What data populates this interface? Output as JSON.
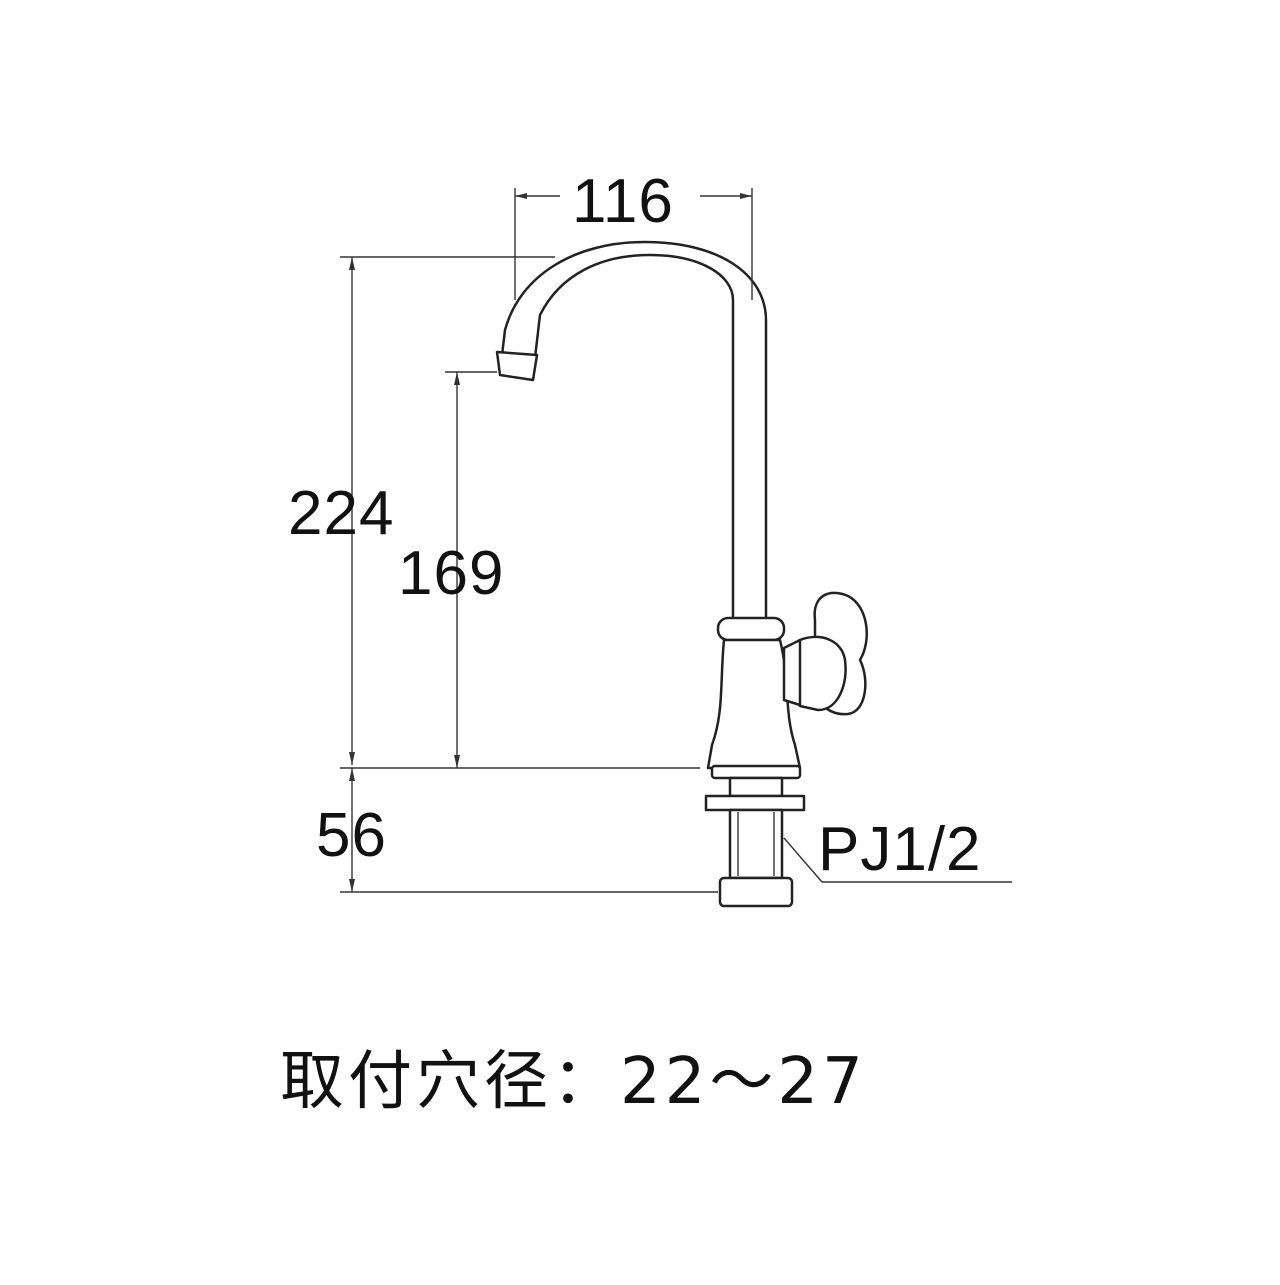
{
  "dimensions": {
    "width_top": "116",
    "height_total": "224",
    "height_spout": "169",
    "shank_length": "56",
    "thread_spec": "PJ1/2"
  },
  "caption": {
    "mounting_hole": "取付穴径：22～27"
  },
  "colors": {
    "line": "#222222",
    "background": "#ffffff"
  }
}
